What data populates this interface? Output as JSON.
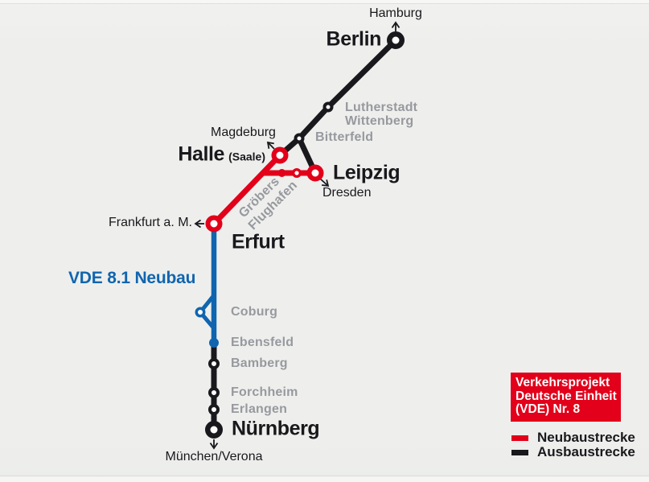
{
  "colors": {
    "neubaustrecke_red": "#e2001a",
    "ausbaustrecke_black": "#19181c",
    "vde81_blue": "#1065af",
    "station_label_gray": "#97999e",
    "background": "#eeefed"
  },
  "stations": {
    "berlin": "Berlin",
    "lutherstadt_wittenberg_line1": "Lutherstadt",
    "lutherstadt_wittenberg_line2": "Wittenberg",
    "bitterfeld": "Bitterfeld",
    "halle": "Halle",
    "halle_suffix": "(Saale)",
    "leipzig": "Leipzig",
    "groebers": "Gröbers",
    "flughafen": "Flughafen",
    "erfurt": "Erfurt",
    "coburg": "Coburg",
    "ebensfeld": "Ebensfeld",
    "bamberg": "Bamberg",
    "forchheim": "Forchheim",
    "erlangen": "Erlangen",
    "nuernberg": "Nürnberg"
  },
  "destinations": {
    "hamburg": "Hamburg",
    "magdeburg": "Magdeburg",
    "dresden": "Dresden",
    "frankfurt_am_main": "Frankfurt a. M.",
    "muenchen_verona": "München/Verona"
  },
  "route_label": "VDE 8.1 Neubau",
  "legend": {
    "title_line1": "Verkehrsprojekt",
    "title_line2": "Deutsche Einheit",
    "title_line3": "(VDE) Nr. 8",
    "items": [
      {
        "label": "Neubaustrecke",
        "color": "#e2001a"
      },
      {
        "label": "Ausbaustrecke",
        "color": "#19181c"
      }
    ]
  }
}
